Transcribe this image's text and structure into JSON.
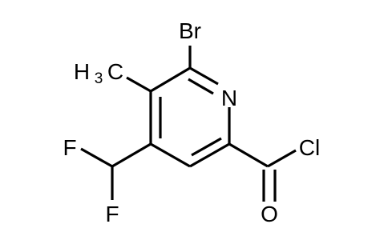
{
  "structure": {
    "type": "chemical-structure",
    "atom_labels": {
      "bromine": "Br",
      "nitrogen": "N",
      "methyl_h": "H",
      "methyl_subscript": "3",
      "methyl_c": "C",
      "fluorine_top": "F",
      "fluorine_bottom": "F",
      "chlorine": "Cl",
      "oxygen": "O"
    },
    "colors": {
      "bond": "#000000",
      "text": "#000000",
      "background": "#ffffff"
    }
  }
}
